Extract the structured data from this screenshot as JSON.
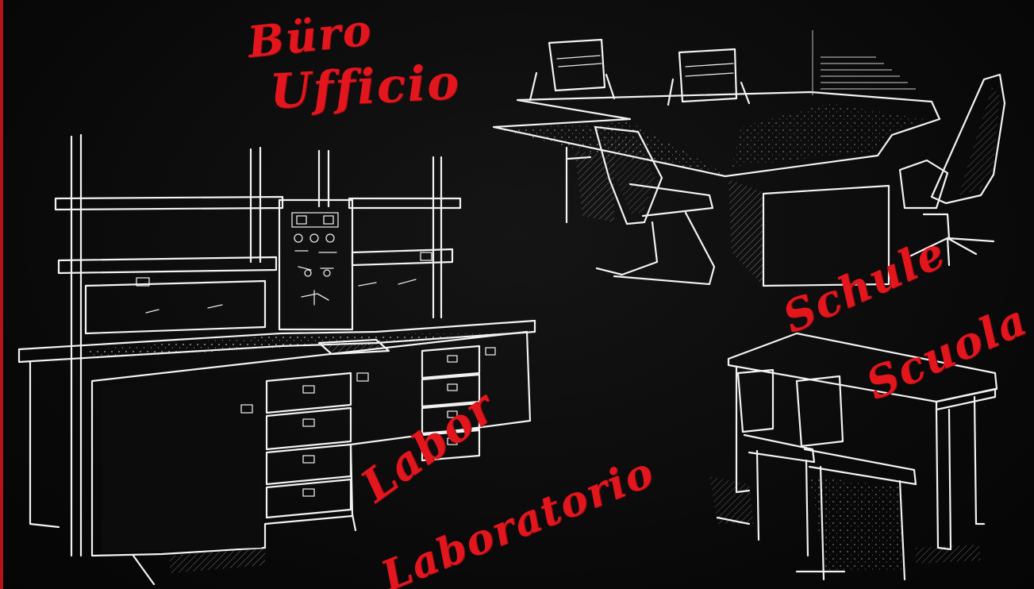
{
  "labels": {
    "office_de": "Büro",
    "office_it": "Ufficio",
    "school_de": "Schule",
    "school_it": "Scuola",
    "lab_de": "Labor",
    "lab_it": "Laboratorio"
  },
  "colors": {
    "background": "#0b0b0b",
    "ink": "#f2f2f2",
    "label_red": "#e3161e",
    "left_border": "#b5121b"
  }
}
